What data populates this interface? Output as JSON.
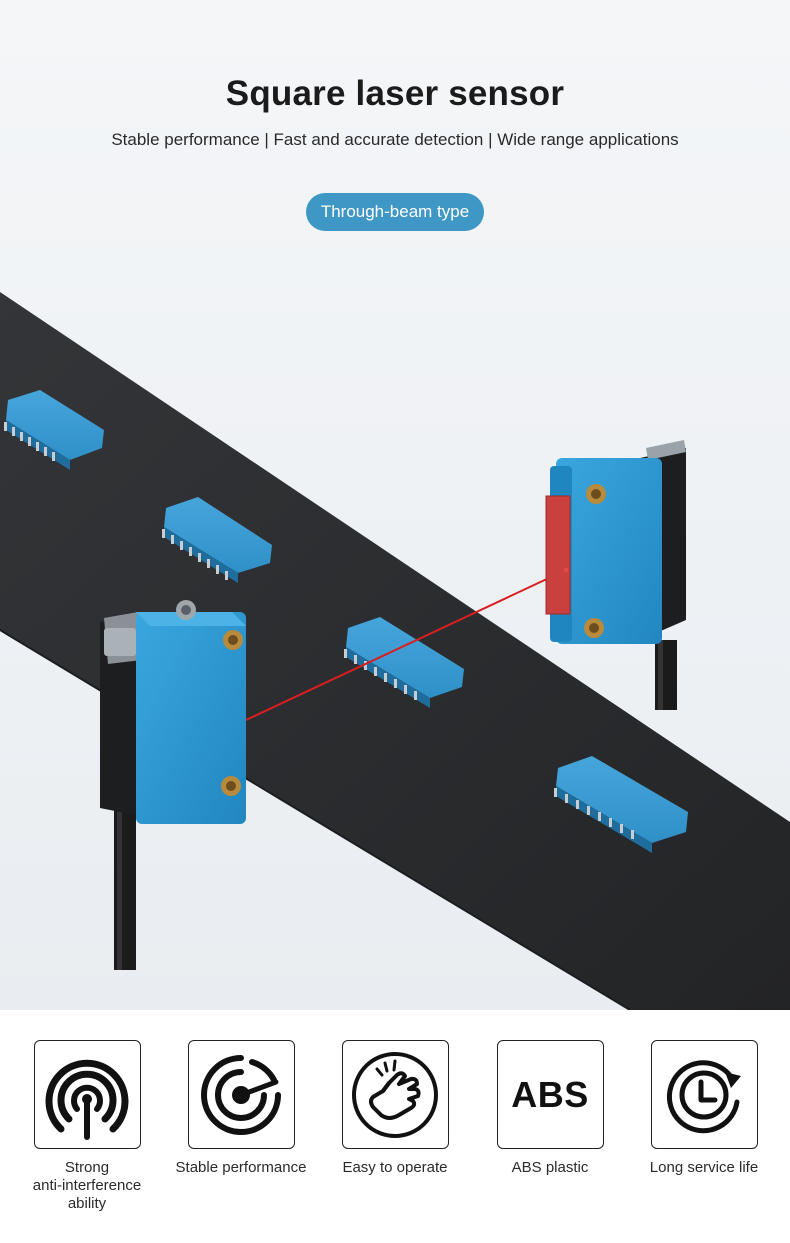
{
  "header": {
    "title": "Square laser sensor",
    "subtitle": "Stable performance | Fast and accurate detection | Wide range applications",
    "type_badge": "Through-beam type"
  },
  "colors": {
    "accent": "#3f97c6",
    "sensor_blue": "#2f9bd3",
    "belt": "#2b2c2e",
    "laser": "#d81f1f"
  },
  "features": [
    {
      "icon": "signal-antenna-icon",
      "label_lines": [
        "Strong",
        "anti-interference",
        "ability"
      ]
    },
    {
      "icon": "target-icon",
      "label_lines": [
        "Stable performance"
      ]
    },
    {
      "icon": "hand-touch-icon",
      "label_lines": [
        "Easy to operate"
      ]
    },
    {
      "icon": "abs-icon",
      "icon_text": "ABS",
      "label_lines": [
        "ABS plastic"
      ]
    },
    {
      "icon": "clock-refresh-icon",
      "label_lines": [
        "Long service life"
      ]
    }
  ]
}
